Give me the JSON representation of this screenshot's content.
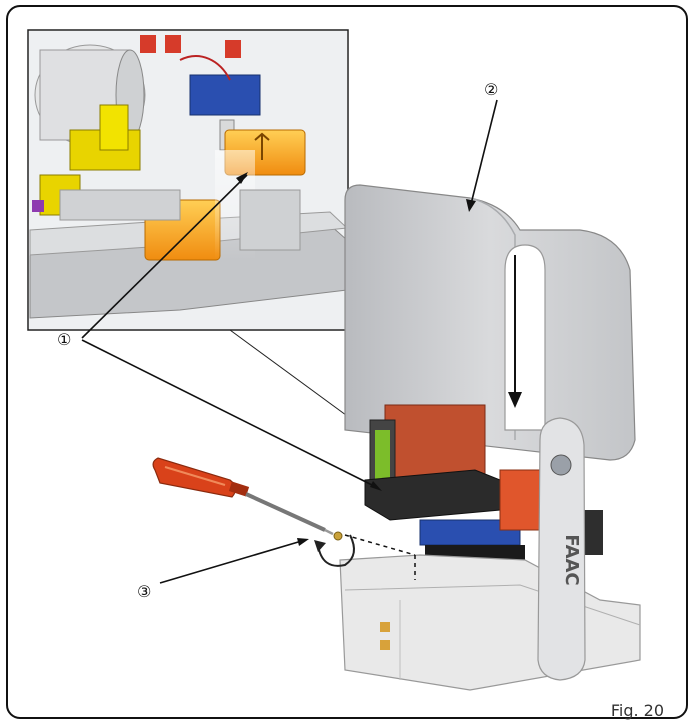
{
  "figure": {
    "caption": "Fig. 20",
    "callouts": [
      {
        "id": "1",
        "label": "①"
      },
      {
        "id": "2",
        "label": "②"
      },
      {
        "id": "3",
        "label": "③"
      }
    ],
    "brand_mark": "FAAC",
    "colors": {
      "cover_gray": "#c9cbce",
      "orange_part": "#f4a11c",
      "screwdriver_handle": "#d9421a",
      "board_blue": "#2a4fb0",
      "board_red": "#c0392b",
      "base_white": "#e9e9e9"
    }
  }
}
